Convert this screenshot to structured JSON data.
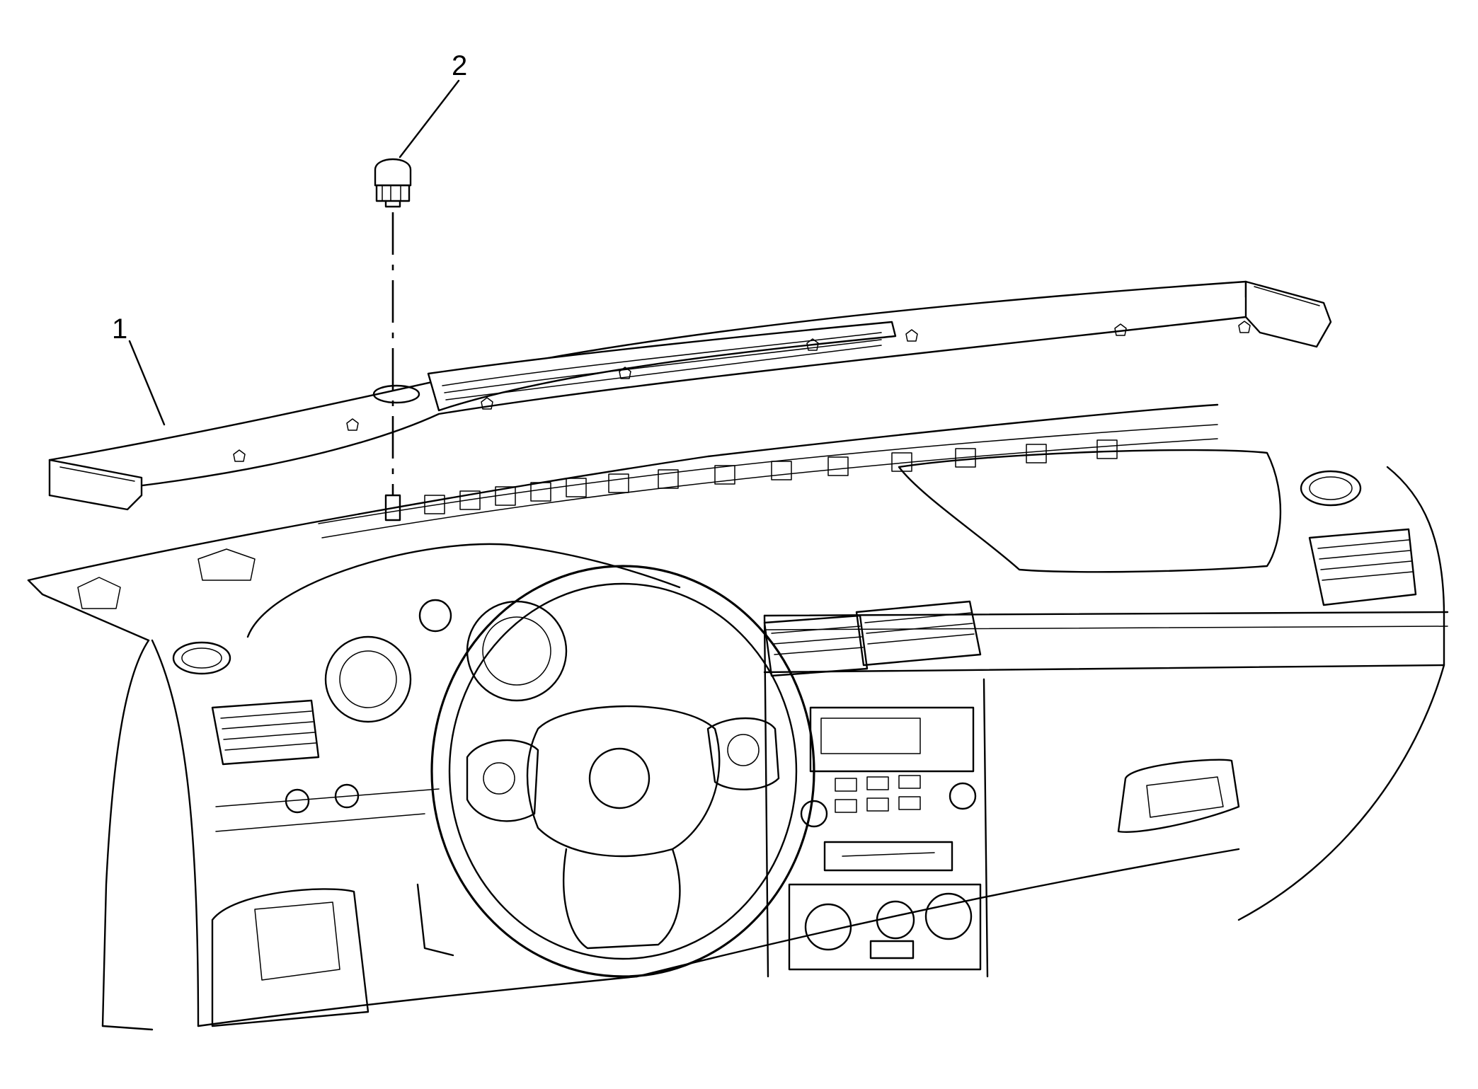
{
  "callouts": [
    {
      "id": "1",
      "label": "1"
    },
    {
      "id": "2",
      "label": "2"
    }
  ],
  "colors": {
    "line": "#000000",
    "background": "#ffffff"
  },
  "icons": [
    "instrument-panel-icon",
    "upper-trim-panel-icon",
    "sensor-icon",
    "steering-wheel-icon"
  ]
}
